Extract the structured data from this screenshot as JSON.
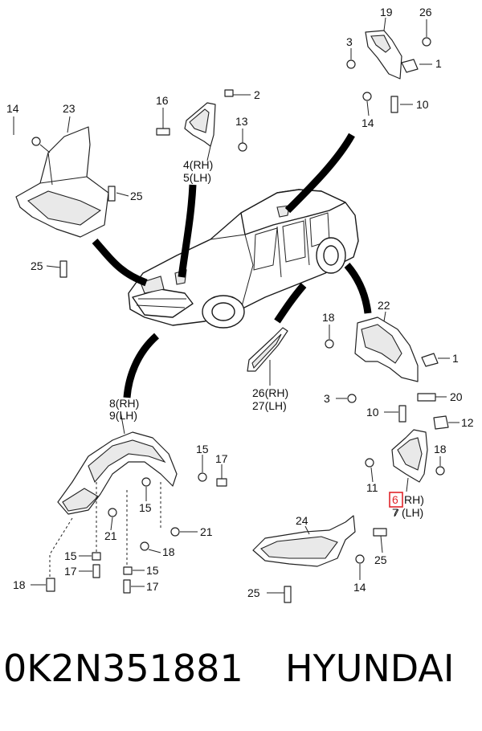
{
  "callouts": {
    "c19": "19",
    "c26": "26",
    "c3a": "3",
    "c1a": "1",
    "c14a": "14",
    "c10a": "10",
    "c16": "16",
    "c2": "2",
    "c13": "13",
    "c4": "4(RH)",
    "c5": "5(LH)",
    "c14b": "14",
    "c23": "23",
    "c25a": "25",
    "c25b": "25",
    "c18a": "18",
    "c22": "22",
    "c1b": "1",
    "c3b": "3",
    "c20": "20",
    "c10b": "10",
    "c26b": "26(RH)",
    "c27": "27(LH)",
    "c8": "8(RH)",
    "c9": "9(LH)",
    "c15a": "15",
    "c17a": "17",
    "c15b": "15",
    "c21a": "21",
    "c21b": "21",
    "c18b": "18",
    "c15c": "15",
    "c17b": "17",
    "c15d": "15",
    "c17c": "17",
    "c18c": "18",
    "c12": "12",
    "c18d": "18",
    "c11": "11",
    "c6num": "6",
    "c6rh": "RH)",
    "c7": "7",
    "c7lh": "(LH)",
    "c24": "24",
    "c25c": "25",
    "c25d": "25",
    "c14c": "14"
  },
  "footer": {
    "part_number": "0K2N351881",
    "brand": "HYUNDAI"
  },
  "colors": {
    "highlight": "#e0252a",
    "ink": "#111111"
  }
}
